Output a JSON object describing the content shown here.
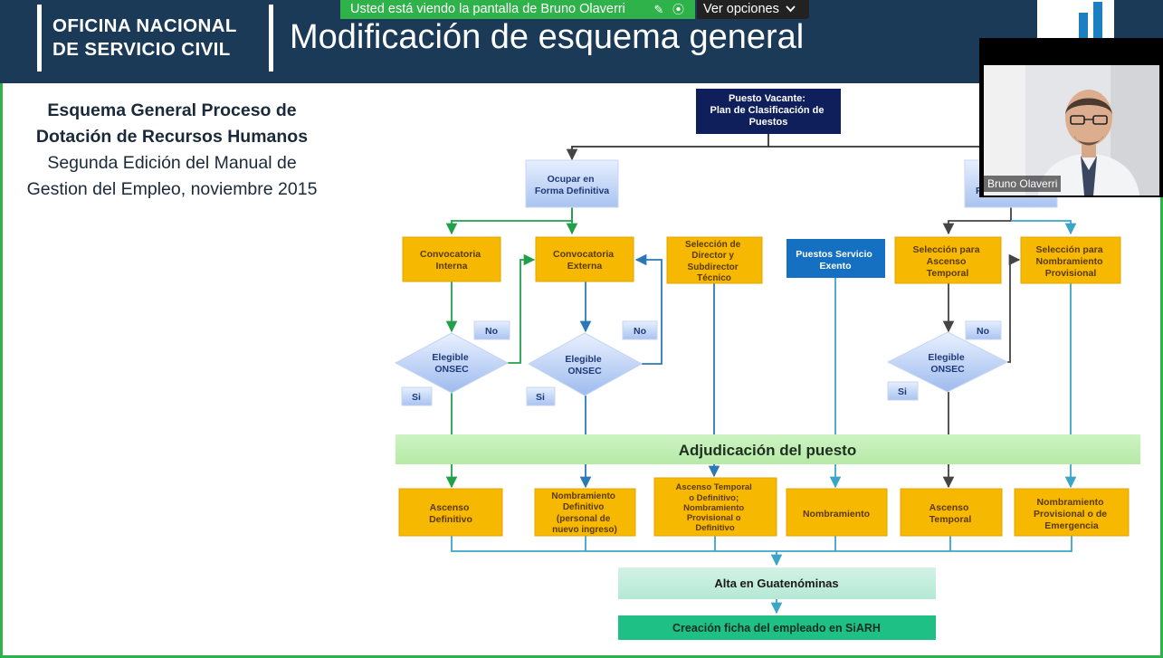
{
  "header": {
    "org_line1": "OFICINA NACIONAL",
    "org_line2": "DE SERVICIO CIVIL",
    "slide_title": "Modificación de esquema general"
  },
  "share_banner": {
    "text": "Usted está viendo la pantalla de Bruno Olaverri",
    "options_label": "Ver opciones",
    "icons": [
      "pen-icon",
      "record-icon",
      "chevron-down-icon"
    ]
  },
  "left_text": {
    "line1": "Esquema General Proceso de",
    "line2": "Dotación de Recursos Humanos",
    "line3": "Segunda Edición del Manual de",
    "line4": "Gestion del Empleo, noviembre 2015"
  },
  "diagram": {
    "top_box": [
      "Puesto Vacante:",
      "Plan de Clasificación de",
      "Puestos"
    ],
    "ocupar_box": [
      "Ocupar en",
      "Forma Definitiva"
    ],
    "right_box_partial": "F",
    "convocatoria_interna": [
      "Convocatoria",
      "Interna"
    ],
    "convocatoria_externa": [
      "Convocatoria",
      "Externa"
    ],
    "seleccion_director": [
      "Selección de",
      "Director y",
      "Subdirector",
      "Técnico"
    ],
    "puestos_exento": [
      "Puestos Servicio",
      "Exento"
    ],
    "seleccion_ascenso": [
      "Selección para",
      "Ascenso",
      "Temporal"
    ],
    "seleccion_nombramiento": [
      "Selección para",
      "Nombramiento",
      "Provisional"
    ],
    "elegible": [
      "Elegible",
      "ONSEC"
    ],
    "no_label": "No",
    "si_label": "Si",
    "adjudicacion": "Adjudicación del puesto",
    "out_ascenso_definitivo": [
      "Ascenso",
      "Definitivo"
    ],
    "out_nombramiento_definitivo": [
      "Nombramiento",
      "Definitivo",
      "(personal de",
      "nuevo ingreso)"
    ],
    "out_ascenso_temporal_def": [
      "Ascenso  Temporal",
      "o Definitivo;",
      "Nombramiento",
      "Provisional o",
      "Definitivo"
    ],
    "out_nombramiento": [
      "Nombramiento"
    ],
    "out_ascenso_temporal": [
      "Ascenso",
      "Temporal"
    ],
    "out_nombramiento_provisional": [
      "Nombramiento",
      "Provisional o de",
      "Emergencia"
    ],
    "alta": "Alta en  Guatenóminas",
    "creacion": "Creación ficha del empleado en SiARH"
  },
  "webcam": {
    "participant_name": "Bruno Olaverri"
  },
  "colors": {
    "header_bg": "#1b3a57",
    "share_green": "#2fb24a",
    "box_orange": "#f6b800",
    "box_navy": "#0f1f5c",
    "box_blue": "#1570c1",
    "line_green": "#21a04a",
    "line_blue": "#2a78b5",
    "line_teal": "#3aa6c7"
  }
}
